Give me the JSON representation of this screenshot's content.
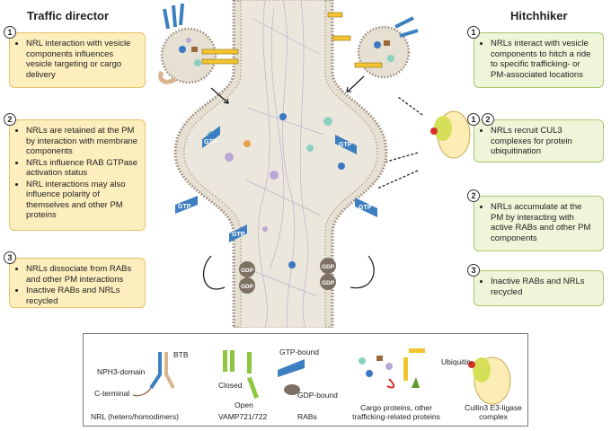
{
  "left": {
    "title": "Traffic director",
    "boxes": [
      {
        "badge": "1",
        "items": [
          "NRL interaction with vesicle components influences vesicle targeting or cargo delivery"
        ]
      },
      {
        "badge": "2",
        "items": [
          "NRLs are retained at the PM by interaction with membrane components",
          "NRLs influence RAB GTPase activation status",
          "NRL interactions may also influence polarity of themselves and other PM proteins"
        ]
      },
      {
        "badge": "3",
        "items": [
          "NRLs dissociate from RABs and other PM interactions",
          "Inactive RABs and NRLs recycled"
        ]
      }
    ]
  },
  "right": {
    "title": "Hitchhiker",
    "boxes": [
      {
        "badge": "1",
        "items": [
          "NRLs interact with vesicle components to hitch a ride to specific trafficking- or PM-associated locations"
        ]
      },
      {
        "badge": "1",
        "badge2": "2",
        "items": [
          "NRLs recruit CUL3 complexes for protein ubiquitination"
        ]
      },
      {
        "badge": "2",
        "items": [
          "NRLs accumulate at the PM by interacting with active RABs and other PM components"
        ]
      },
      {
        "badge": "3",
        "items": [
          "Inactive RABs and NRLs recycled"
        ]
      }
    ]
  },
  "center": {
    "gtp_labels": [
      "GTP",
      "GTP",
      "GTP",
      "GTP",
      "GTP"
    ],
    "gdp_labels": [
      "GDP",
      "GDP",
      "GDP",
      "GDP"
    ]
  },
  "legend": {
    "nrl": {
      "btb": "BTB",
      "nph3": "NPH3-domain",
      "cterm": "C-terminal",
      "caption": "NRL (hetero/homodimers)"
    },
    "vamp": {
      "closed": "Closed",
      "open": "Open",
      "caption": "VAMP721/722"
    },
    "rabs": {
      "gtp": "GTP-bound",
      "gdp": "GDP-bound",
      "caption": "RABs"
    },
    "cargo": {
      "caption": "Cargo proteins, other trafficking-related proteins"
    },
    "cullin": {
      "ubiquitin": "Ubiquitin",
      "caption": "Cullin3 E3-ligase complex"
    }
  },
  "colors": {
    "orange_box": "#fdeebd",
    "green_box": "#eef5d8",
    "rab": "#3d7fc0",
    "nrl": "#d9b48f",
    "vamp": "#8dc63f",
    "cargo_box": "#f4c430"
  }
}
